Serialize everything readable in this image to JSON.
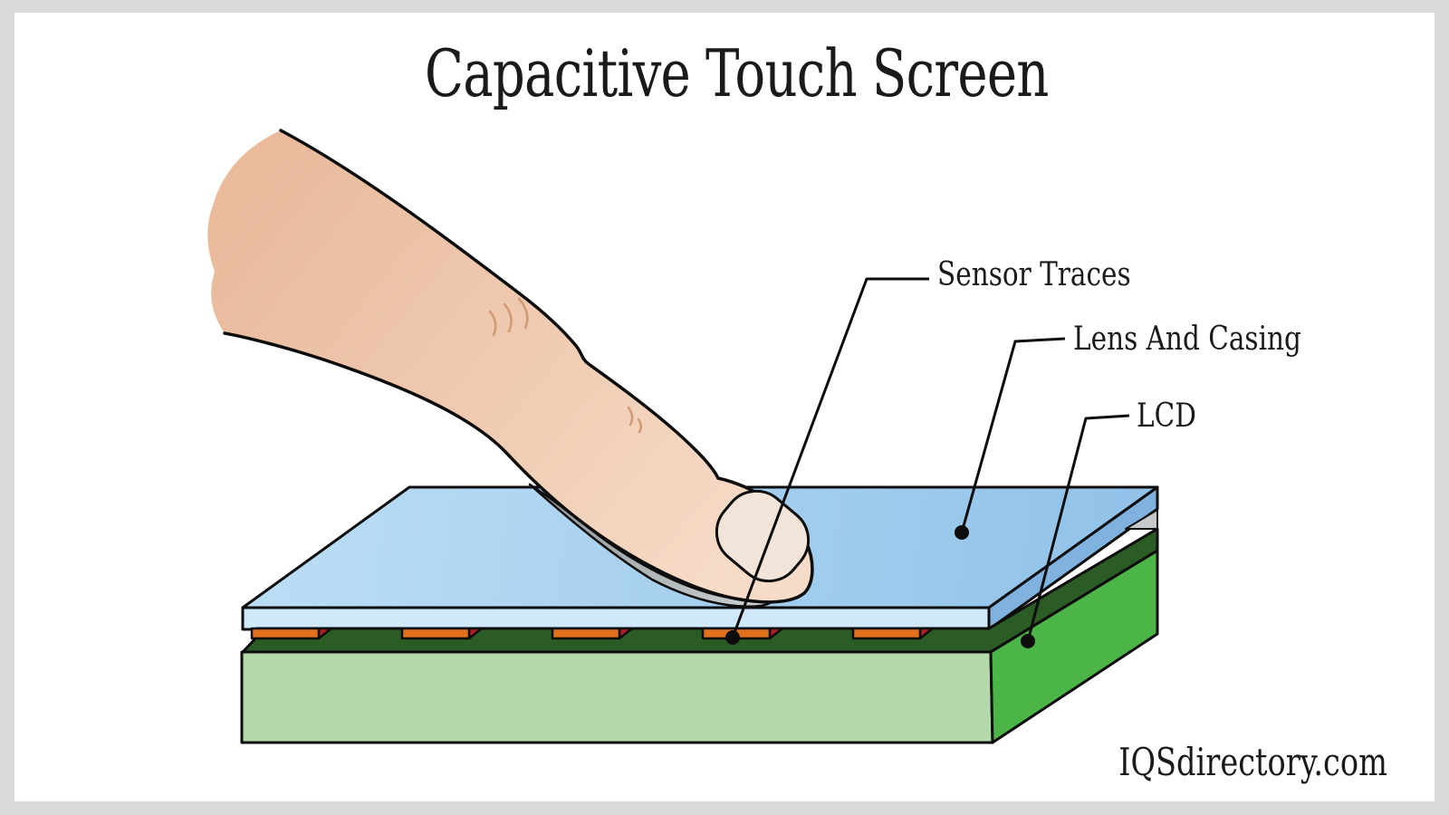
{
  "title": "Capacitive Touch Screen",
  "labels": {
    "sensor_traces": "Sensor Traces",
    "lens_and_casing": "Lens And Casing",
    "lcd": "LCD"
  },
  "watermark": "IQSdirectory.com",
  "colors": {
    "frame": "#d9d9d9",
    "canvas": "#ffffff",
    "text": "#1a1a1a",
    "outline": "#0d0d0d",
    "lens_top_light": "#bcdef5",
    "lens_top_dark": "#90c1e8",
    "lens_front": "#cfe9fa",
    "lens_side": "#7fb2df",
    "substrate_dark_green": "#2c5c25",
    "lcd_front": "#b3d9ab",
    "lcd_side": "#4cb548",
    "trace_orange": "#e2711d",
    "trace_side_red": "#b01f24",
    "skin_dark": "#e9ba9c",
    "skin_light": "#f6dcc8",
    "nail_light": "#fdf8f3",
    "nail_dark": "#f3e4d9",
    "shadow_dark": "#8e9496",
    "shadow_light": "#cdd2d4",
    "corner_shadow": "#c5c9cb",
    "wrinkle": "#d09a74"
  }
}
